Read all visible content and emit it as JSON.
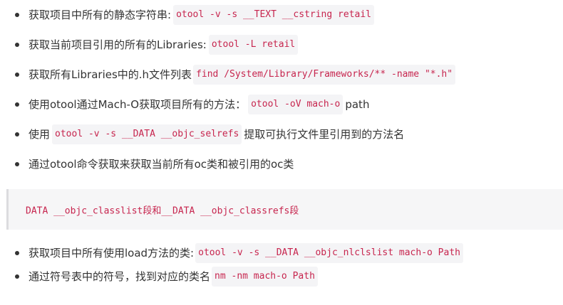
{
  "items_top": [
    {
      "text_before": "获取项目中所有的静态字符串:",
      "code": "otool -v -s __TEXT __cstring retail",
      "text_after": ""
    },
    {
      "text_before": "获取当前项目引用的所有的Libraries:",
      "code": "otool -L retail",
      "text_after": ""
    },
    {
      "text_before": "获取所有Libraries中的.h文件列表",
      "code": "find /System/Library/Frameworks/** -name \"*.h\"",
      "text_after": ""
    },
    {
      "text_before": "使用otool通过Mach-O获取项目所有的方法：",
      "code": "otool -oV mach-o",
      "text_after": "path"
    },
    {
      "text_before": "使用",
      "code": "otool -v -s __DATA __objc_selrefs",
      "text_after": "提取可执行文件里引用到的方法名"
    },
    {
      "text_before": "通过otool命令获取来获取当前所有oc类和被引用的oc类",
      "code": "",
      "text_after": ""
    }
  ],
  "code_block": {
    "text": "DATA __objc_classlist段和__DATA __objc_classrefs段"
  },
  "items_bottom": [
    {
      "text_before": "获取项目中所有使用load方法的类:",
      "code": "otool -v -s __DATA __objc_nlclslist mach-o Path",
      "text_after": ""
    },
    {
      "text_before": "通过符号表中的符号，找到对应的类名",
      "code": "nm -nm mach-o Path",
      "text_after": ""
    }
  ],
  "colors": {
    "code_text": "#c7254e",
    "code_bg": "#f4f4f6",
    "block_bg": "#f6f6f7",
    "body_text": "#333333"
  }
}
